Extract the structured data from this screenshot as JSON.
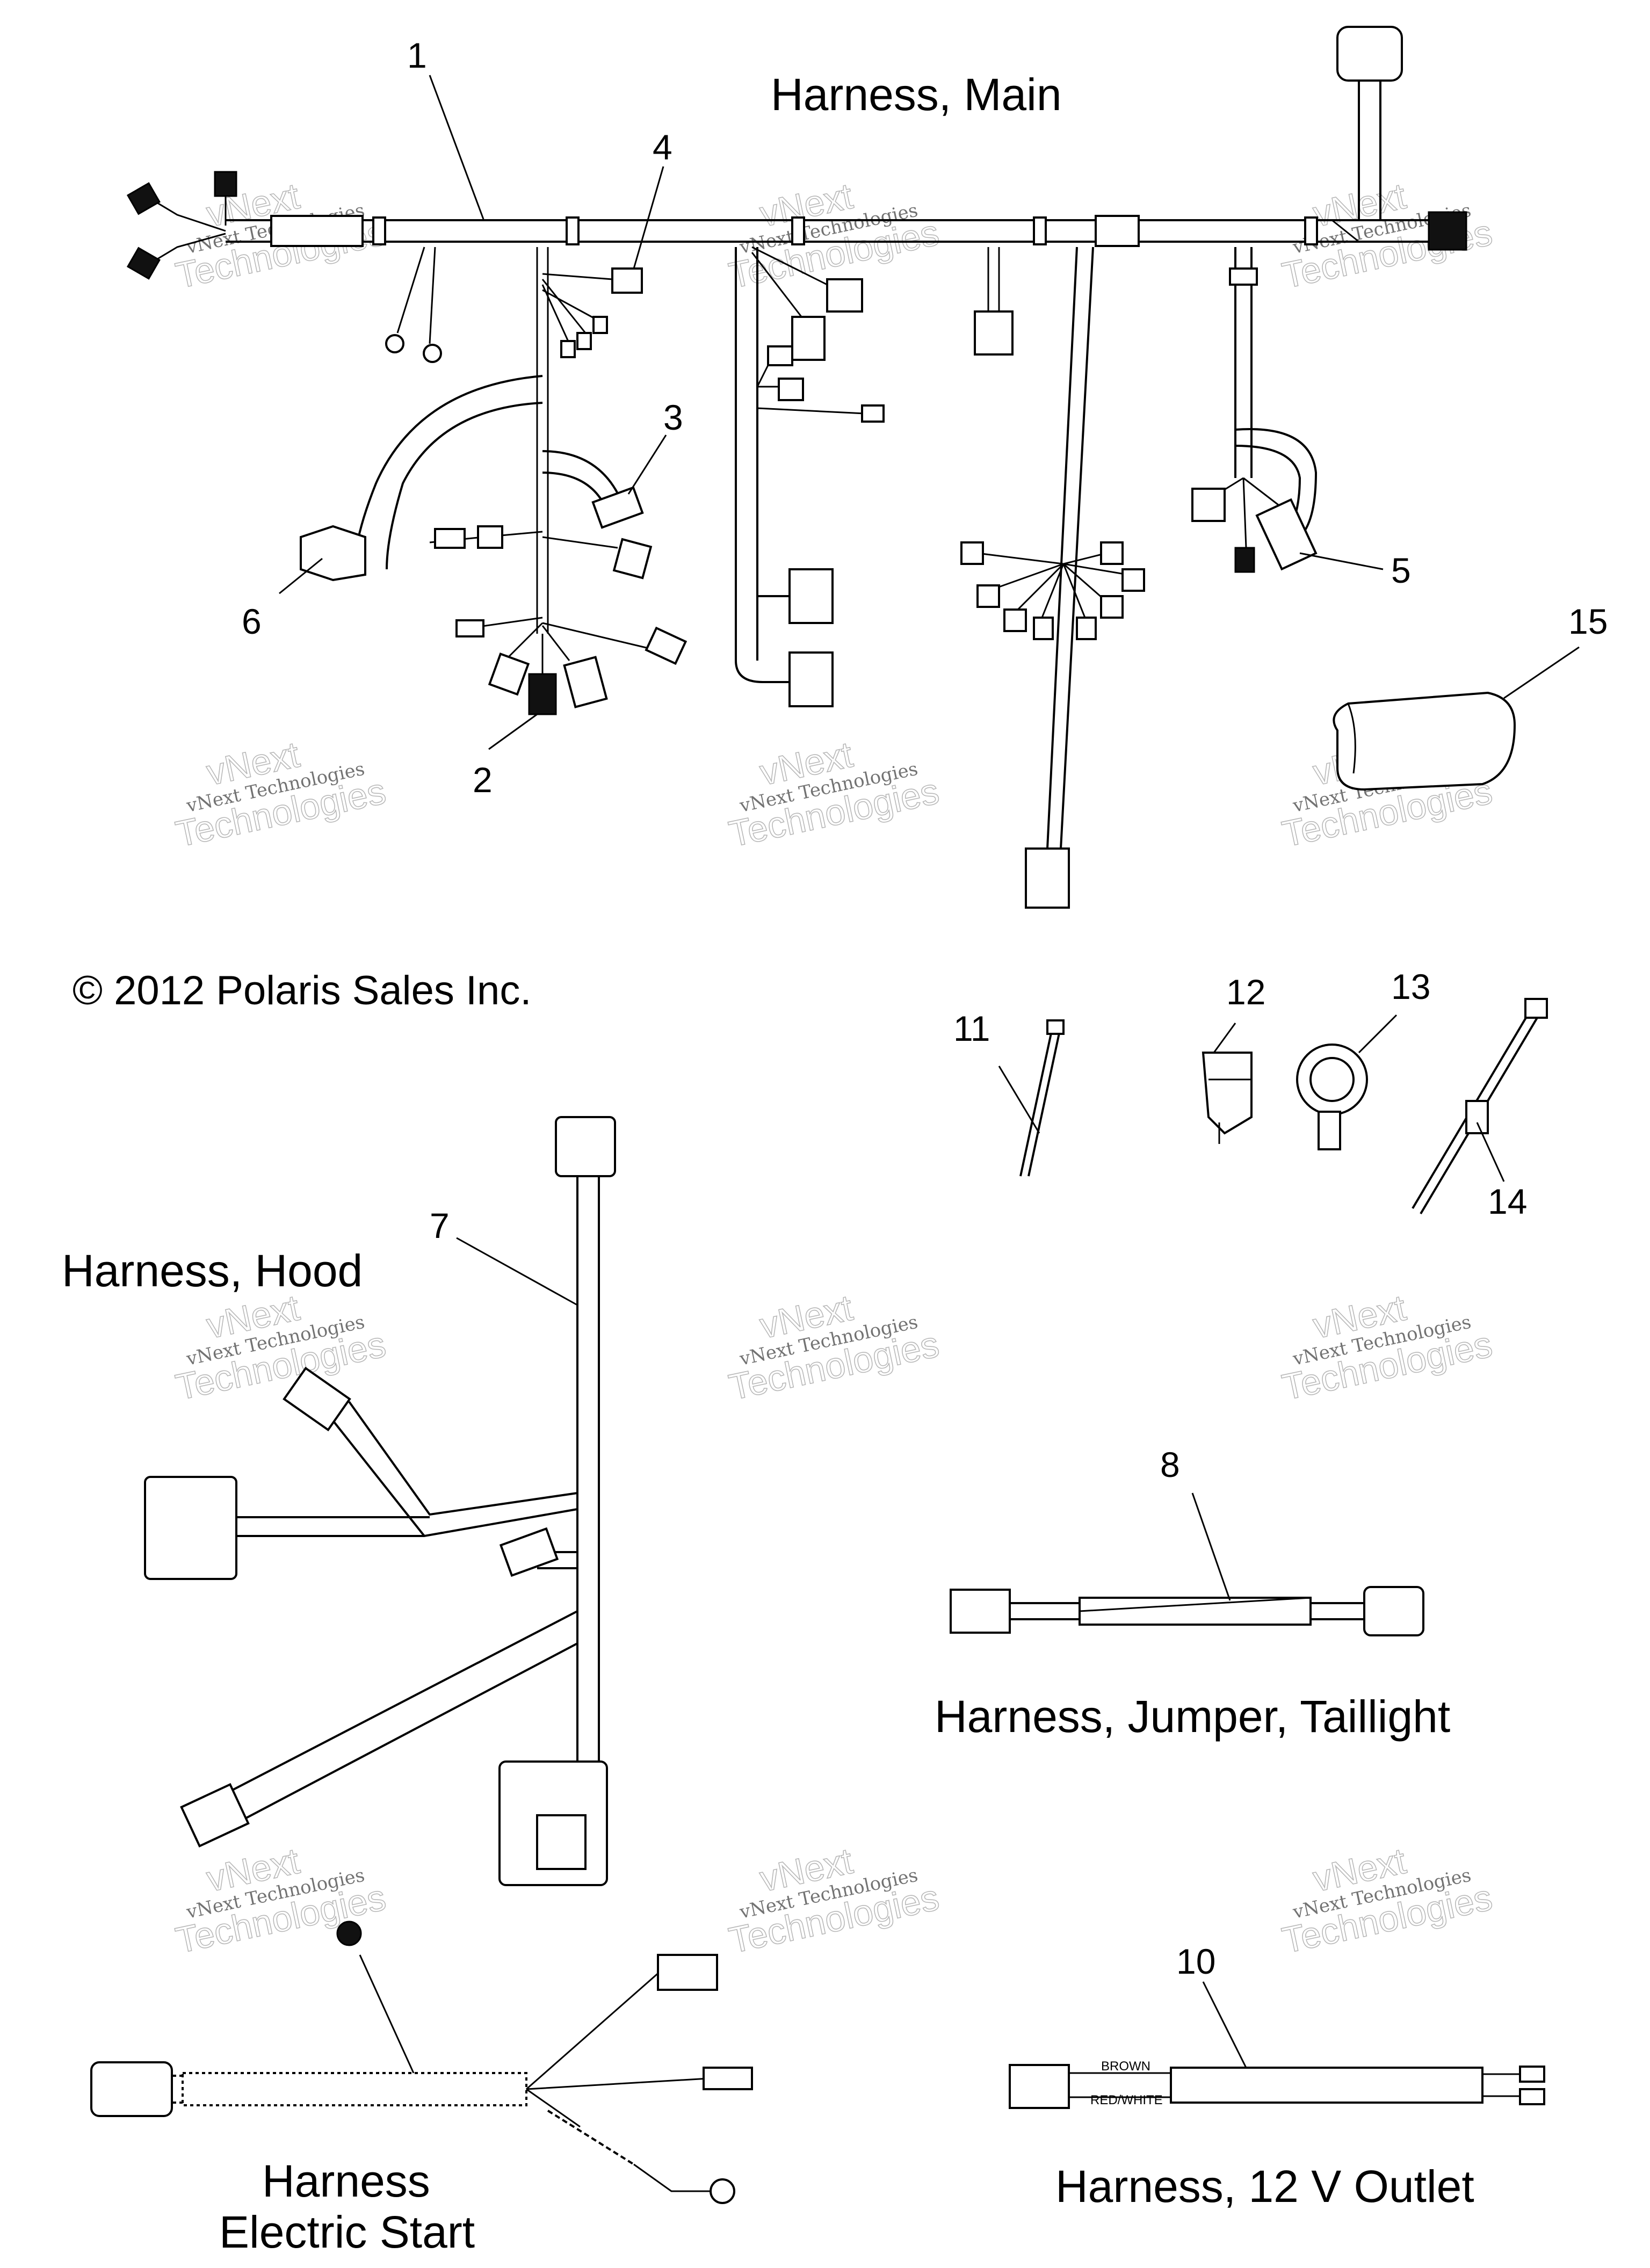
{
  "titles": {
    "main": "Harness, Main",
    "hood": "Harness, Hood",
    "jumper": "Harness, Jumper, Taillight",
    "electric_line1": "Harness",
    "electric_line2": "Electric Start",
    "outlet": "Harness, 12 V Outlet"
  },
  "copyright": "© 2012 Polaris Sales Inc.",
  "wire_labels": {
    "brown": "BROWN",
    "red_white": "RED/WHITE"
  },
  "watermark": {
    "line1": "vNext Technologies",
    "line2": "Technologies",
    "word": "vNext"
  },
  "callouts": {
    "c1": "1",
    "c2": "2",
    "c3": "3",
    "c4": "4",
    "c5": "5",
    "c6": "6",
    "c7": "7",
    "c8": "8",
    "c10": "10",
    "c11": "11",
    "c12": "12",
    "c13": "13",
    "c14": "14",
    "c15": "15"
  }
}
